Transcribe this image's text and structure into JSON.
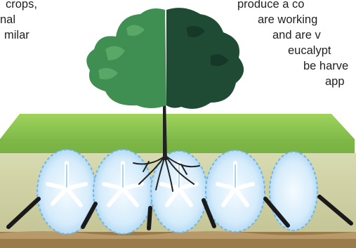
{
  "left_text": {
    "lines": [
      "crops,",
      "nal",
      "",
      "",
      "milar"
    ]
  },
  "right_text": {
    "lines": [
      "produce a co",
      "are working",
      "and are v",
      "eucalypt",
      "be harve",
      "app"
    ]
  },
  "colors": {
    "grass_top": "#8cc54b",
    "grass_dark": "#5f9a36",
    "soil_light": "#cfd2a4",
    "subsoil": "#9c7b4a",
    "water_bubble": "#dcefff",
    "water_stroke": "#6fb5e8",
    "tree_light": "#3f8f52",
    "tree_dark": "#1f4a33",
    "trunk": "#222222",
    "pipe": "#1a1a1a"
  },
  "icons": [
    "tree",
    "root-system",
    "drainage-pipe",
    "water-bubble",
    "arrow"
  ]
}
